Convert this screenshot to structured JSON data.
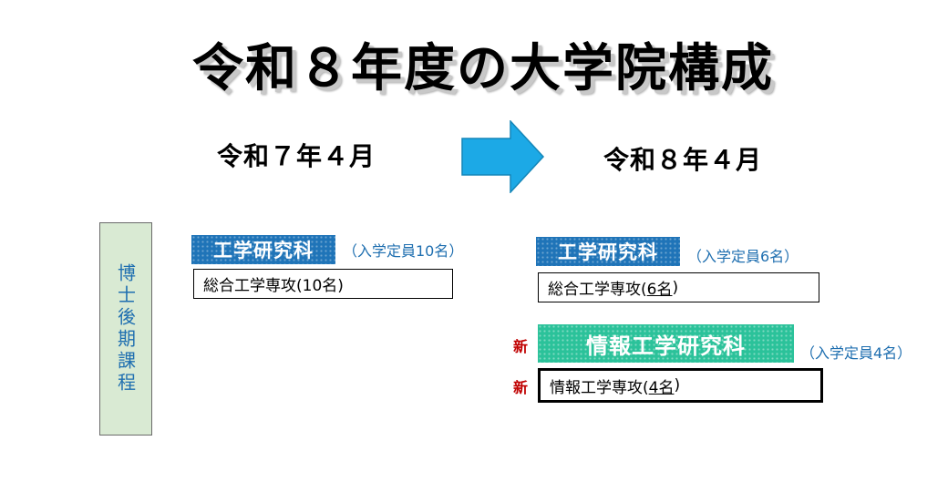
{
  "title": "令和８年度の大学院構成",
  "before": {
    "date": "令和７年４月",
    "department": "工学研究科",
    "capacity": "（入学定員10名）",
    "course_prefix": "総合工学専攻(10",
    "course_suffix": "名)"
  },
  "after": {
    "date": "令和８年４月",
    "department": "工学研究科",
    "capacity": "（入学定員6名）",
    "course_prefix": "総合工学専攻(",
    "course_underlined": "6名",
    "course_suffix": ")",
    "new_department": "情報工学研究科",
    "new_capacity": "（入学定員4名）",
    "new_course_prefix": "情報工学専攻(",
    "new_course_underlined": "4名",
    "new_course_suffix": ")",
    "new_mark": "新"
  },
  "program_label": "博士後期課程",
  "colors": {
    "department_blue": "#1f74b8",
    "new_department_green": "#2bc29a",
    "arrow": "#1ca9e6",
    "program_box": "#d9ead3",
    "new_mark_red": "#c00000",
    "capacity_text": "#1f6fb0"
  }
}
